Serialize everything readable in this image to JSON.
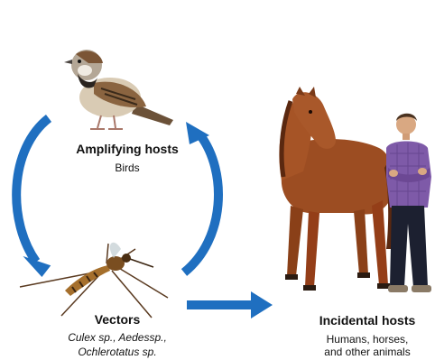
{
  "colors": {
    "arrow": "#1f6fc0",
    "text": "#111111",
    "background": "#ffffff"
  },
  "nodes": {
    "amplifying_hosts": {
      "title": "Amplifying hosts",
      "subtitle": "Birds",
      "icon": "sparrow-image"
    },
    "vectors": {
      "title": "Vectors",
      "subtitle_line1": "Culex sp., Aedessp.,",
      "subtitle_line2": "Ochlerotatus sp.",
      "icon": "mosquito-image"
    },
    "incidental_hosts": {
      "title": "Incidental hosts",
      "subtitle_line1": "Humans, horses,",
      "subtitle_line2": "and other animals",
      "icons": [
        "horse-image",
        "man-image"
      ]
    }
  },
  "edges": [
    {
      "from": "amplifying_hosts",
      "to": "vectors",
      "style": "curved-arrow"
    },
    {
      "from": "vectors",
      "to": "amplifying_hosts",
      "style": "curved-arrow"
    },
    {
      "from": "vectors",
      "to": "incidental_hosts",
      "style": "straight-arrow"
    }
  ]
}
